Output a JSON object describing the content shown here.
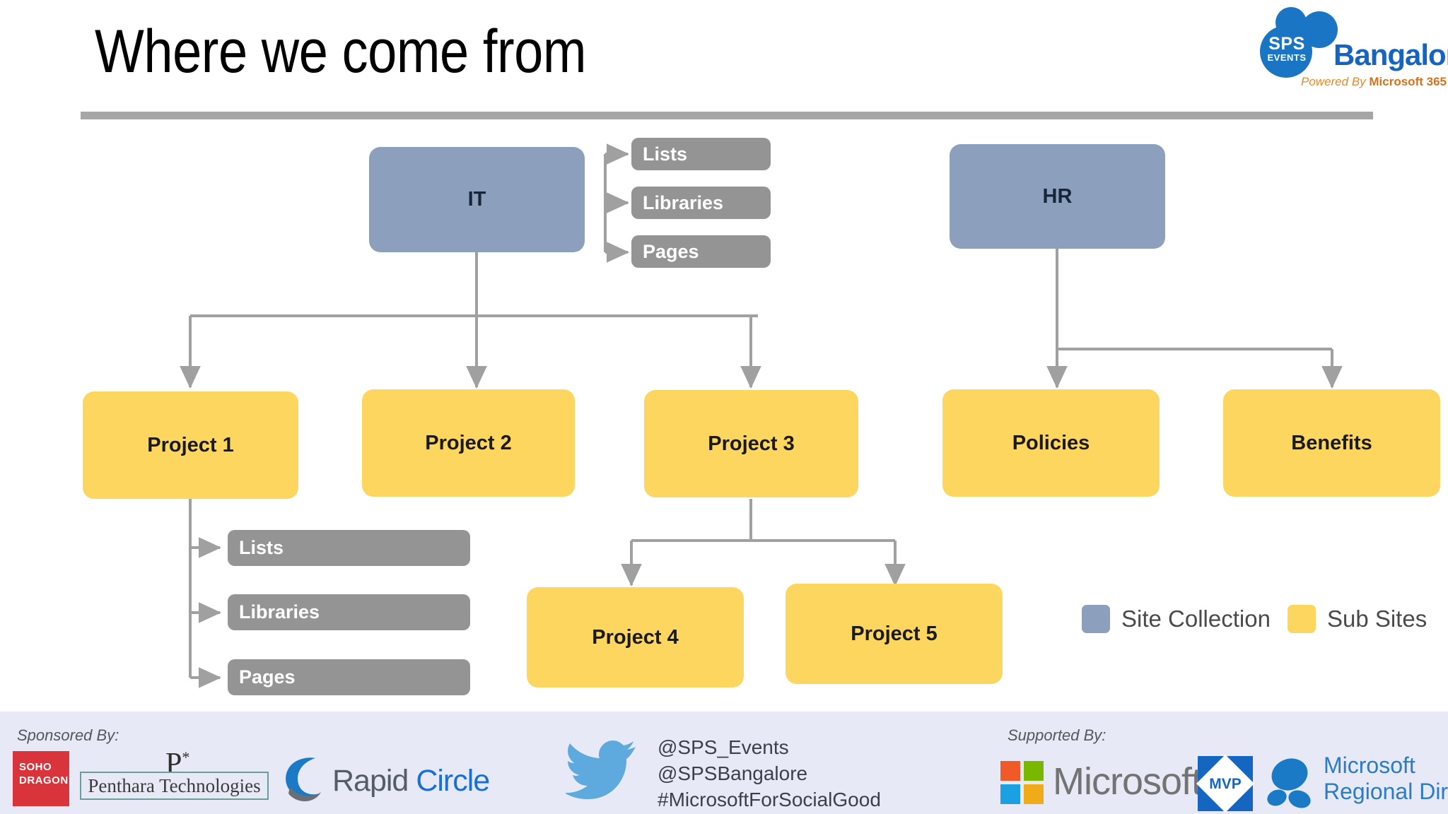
{
  "slide": {
    "title": "Where we come from"
  },
  "brand": {
    "sps_line1": "SPS",
    "sps_line2": "EVENTS",
    "bangalore": "Bangalore",
    "powered_prefix": "Powered By ",
    "powered_bold": "Microsoft 365"
  },
  "diagram": {
    "nodes": [
      {
        "id": "it",
        "label": "IT",
        "kind": "site"
      },
      {
        "id": "hr",
        "label": "HR",
        "kind": "site"
      },
      {
        "id": "it-lists",
        "label": "Lists",
        "kind": "leaf"
      },
      {
        "id": "it-libraries",
        "label": "Libraries",
        "kind": "leaf"
      },
      {
        "id": "it-pages",
        "label": "Pages",
        "kind": "leaf"
      },
      {
        "id": "project1",
        "label": "Project 1",
        "kind": "sub"
      },
      {
        "id": "project2",
        "label": "Project 2",
        "kind": "sub"
      },
      {
        "id": "project3",
        "label": "Project 3",
        "kind": "sub"
      },
      {
        "id": "policies",
        "label": "Policies",
        "kind": "sub"
      },
      {
        "id": "benefits",
        "label": "Benefits",
        "kind": "sub"
      },
      {
        "id": "p1-lists",
        "label": "Lists",
        "kind": "leaf"
      },
      {
        "id": "p1-libraries",
        "label": "Libraries",
        "kind": "leaf"
      },
      {
        "id": "p1-pages",
        "label": "Pages",
        "kind": "leaf"
      },
      {
        "id": "project4",
        "label": "Project 4",
        "kind": "sub"
      },
      {
        "id": "project5",
        "label": "Project 5",
        "kind": "sub"
      }
    ],
    "edges": [
      {
        "from": "it",
        "to": "it-lists"
      },
      {
        "from": "it",
        "to": "it-libraries"
      },
      {
        "from": "it",
        "to": "it-pages"
      },
      {
        "from": "it",
        "to": "project1"
      },
      {
        "from": "it",
        "to": "project2"
      },
      {
        "from": "it",
        "to": "project3"
      },
      {
        "from": "project1",
        "to": "p1-lists"
      },
      {
        "from": "project1",
        "to": "p1-libraries"
      },
      {
        "from": "project1",
        "to": "p1-pages"
      },
      {
        "from": "project3",
        "to": "project4"
      },
      {
        "from": "project3",
        "to": "project5"
      },
      {
        "from": "hr",
        "to": "policies"
      },
      {
        "from": "hr",
        "to": "benefits"
      }
    ]
  },
  "legend": {
    "site_collection": "Site Collection",
    "sub_sites": "Sub Sites"
  },
  "colors": {
    "site_collection": "#8ca0bd",
    "sub_sites": "#fcd65f",
    "leaf": "#949494",
    "connector": "#a0a0a0",
    "title_rule": "#a6a6a6",
    "footer_band": "#e7eaf6"
  },
  "footer": {
    "sponsored_label": "Sponsored By:",
    "supported_label": "Supported By:",
    "sponsors": {
      "soho_line1": "SOHO",
      "soho_line2": "DRAGON",
      "penthara_p": "P",
      "penthara_star": "*",
      "penthara_name": "Penthara Technologies",
      "rapid_first": "Rapid",
      "rapid_second": "Circle"
    },
    "social": {
      "handle1": "@SPS_Events",
      "handle2": "@SPSBangalore",
      "hashtag": "#MicrosoftForSocialGood"
    },
    "supporters": {
      "microsoft": "Microsoft",
      "mvp": "MVP",
      "rd_line1": "Microsoft",
      "rd_line2": "Regional Director"
    }
  }
}
